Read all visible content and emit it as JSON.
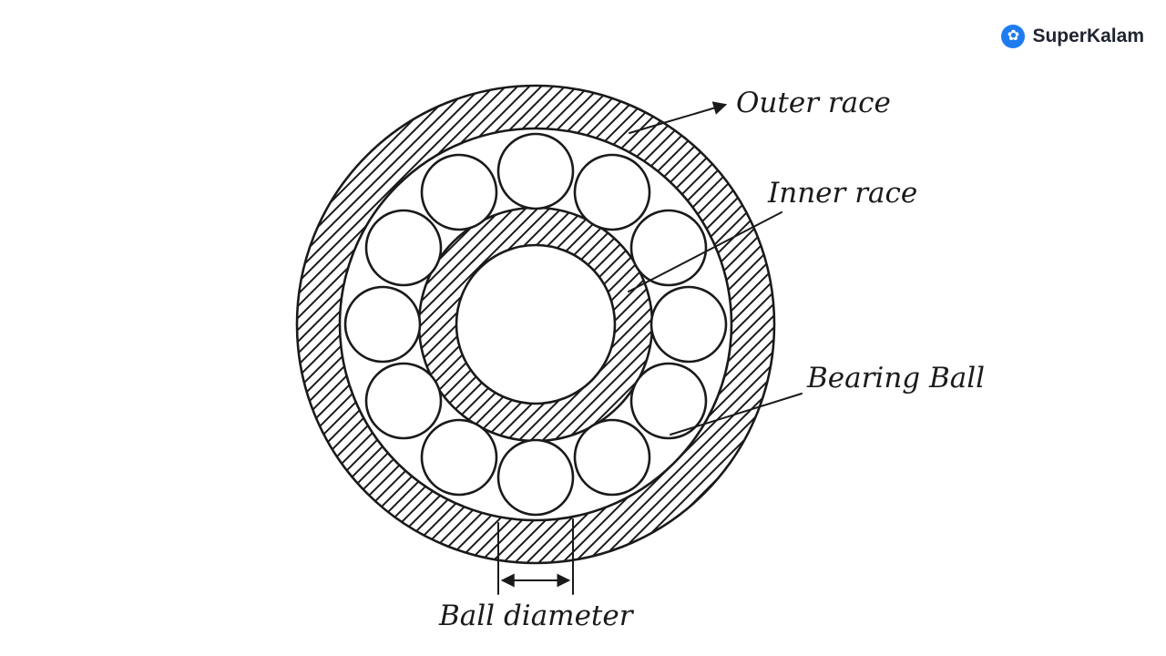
{
  "brand": {
    "name": "SuperKalam",
    "icon": "superkalam-atom-icon",
    "icon_color": "#1f7cf0",
    "text_color": "#1f2430"
  },
  "diagram": {
    "type": "hand-drawn ball bearing cross-section",
    "ink_color": "#1a1a1a",
    "ball_count": 12,
    "labels": {
      "outer_race": "Outer race",
      "inner_race": "Inner race",
      "bearing_ball": "Bearing Ball",
      "ball_diameter": "Ball diameter"
    }
  }
}
